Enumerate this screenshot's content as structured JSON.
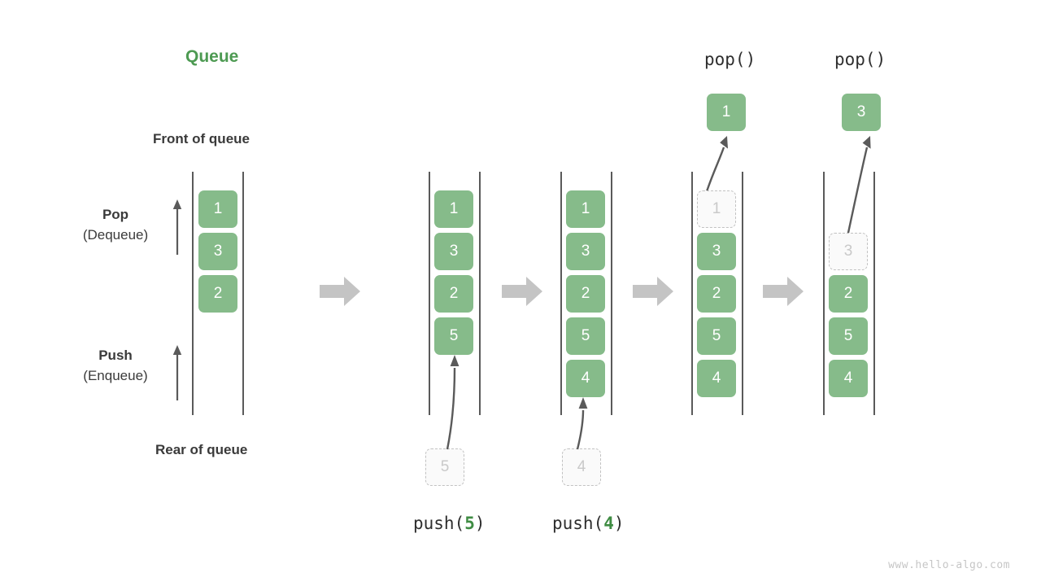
{
  "diagram": {
    "title": "Queue",
    "title_color": "#4d9a52",
    "element_color": "#86bb8a",
    "ghost_color": "#fafafa",
    "arrow_color": "#c4c4c4",
    "rail_color": "#5a5a5a",
    "watermark": "www.hello-algo.com"
  },
  "annotations": {
    "front_of_queue": "Front of queue",
    "rear_of_queue": "Rear of queue",
    "pop_label": "Pop",
    "pop_sublabel": "(Dequeue)",
    "push_label": "Push",
    "push_sublabel": "(Enqueue)"
  },
  "stages": [
    {
      "id": "initial",
      "caption": "",
      "caption_prefix": "",
      "caption_num": "",
      "caption_suffix": "",
      "items": [
        "1",
        "3",
        "2"
      ],
      "ghost_index": -1,
      "incoming": null,
      "popped": null
    },
    {
      "id": "after-push-5",
      "caption": "push(5)",
      "caption_prefix": "push(",
      "caption_num": "5",
      "caption_suffix": ")",
      "items": [
        "1",
        "3",
        "2",
        "5"
      ],
      "ghost_index": -1,
      "incoming": "5",
      "popped": null
    },
    {
      "id": "after-push-4",
      "caption": "push(4)",
      "caption_prefix": "push(",
      "caption_num": "4",
      "caption_suffix": ")",
      "items": [
        "1",
        "3",
        "2",
        "5",
        "4"
      ],
      "ghost_index": -1,
      "incoming": "4",
      "popped": null
    },
    {
      "id": "after-pop-1",
      "caption": "pop()",
      "caption_prefix": "pop()",
      "caption_num": "",
      "caption_suffix": "",
      "items": [
        "1",
        "3",
        "2",
        "5",
        "4"
      ],
      "ghost_index": 0,
      "incoming": null,
      "popped": "1"
    },
    {
      "id": "after-pop-3",
      "caption": "pop()",
      "caption_prefix": "pop()",
      "caption_num": "",
      "caption_suffix": "",
      "items": [
        "3",
        "2",
        "5",
        "4"
      ],
      "ghost_index": 0,
      "incoming": null,
      "popped": "3"
    }
  ]
}
